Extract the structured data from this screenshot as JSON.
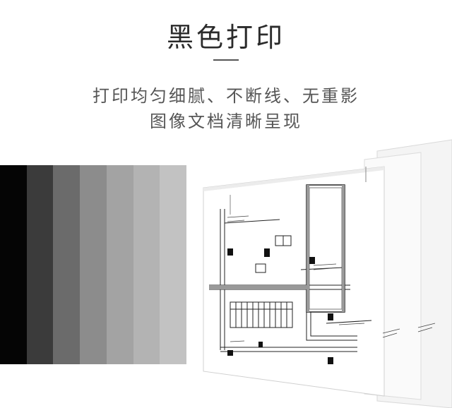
{
  "header": {
    "title": "黑色打印"
  },
  "features": {
    "line1": "打印均匀细腻、不断线、无重影",
    "line2": "图像文档清晰呈现"
  },
  "grayscale": {
    "colors": [
      "#050505",
      "#3b3b3b",
      "#6b6b6b",
      "#8c8c8c",
      "#a3a3a3",
      "#b3b3b3",
      "#c2c2c2"
    ]
  }
}
